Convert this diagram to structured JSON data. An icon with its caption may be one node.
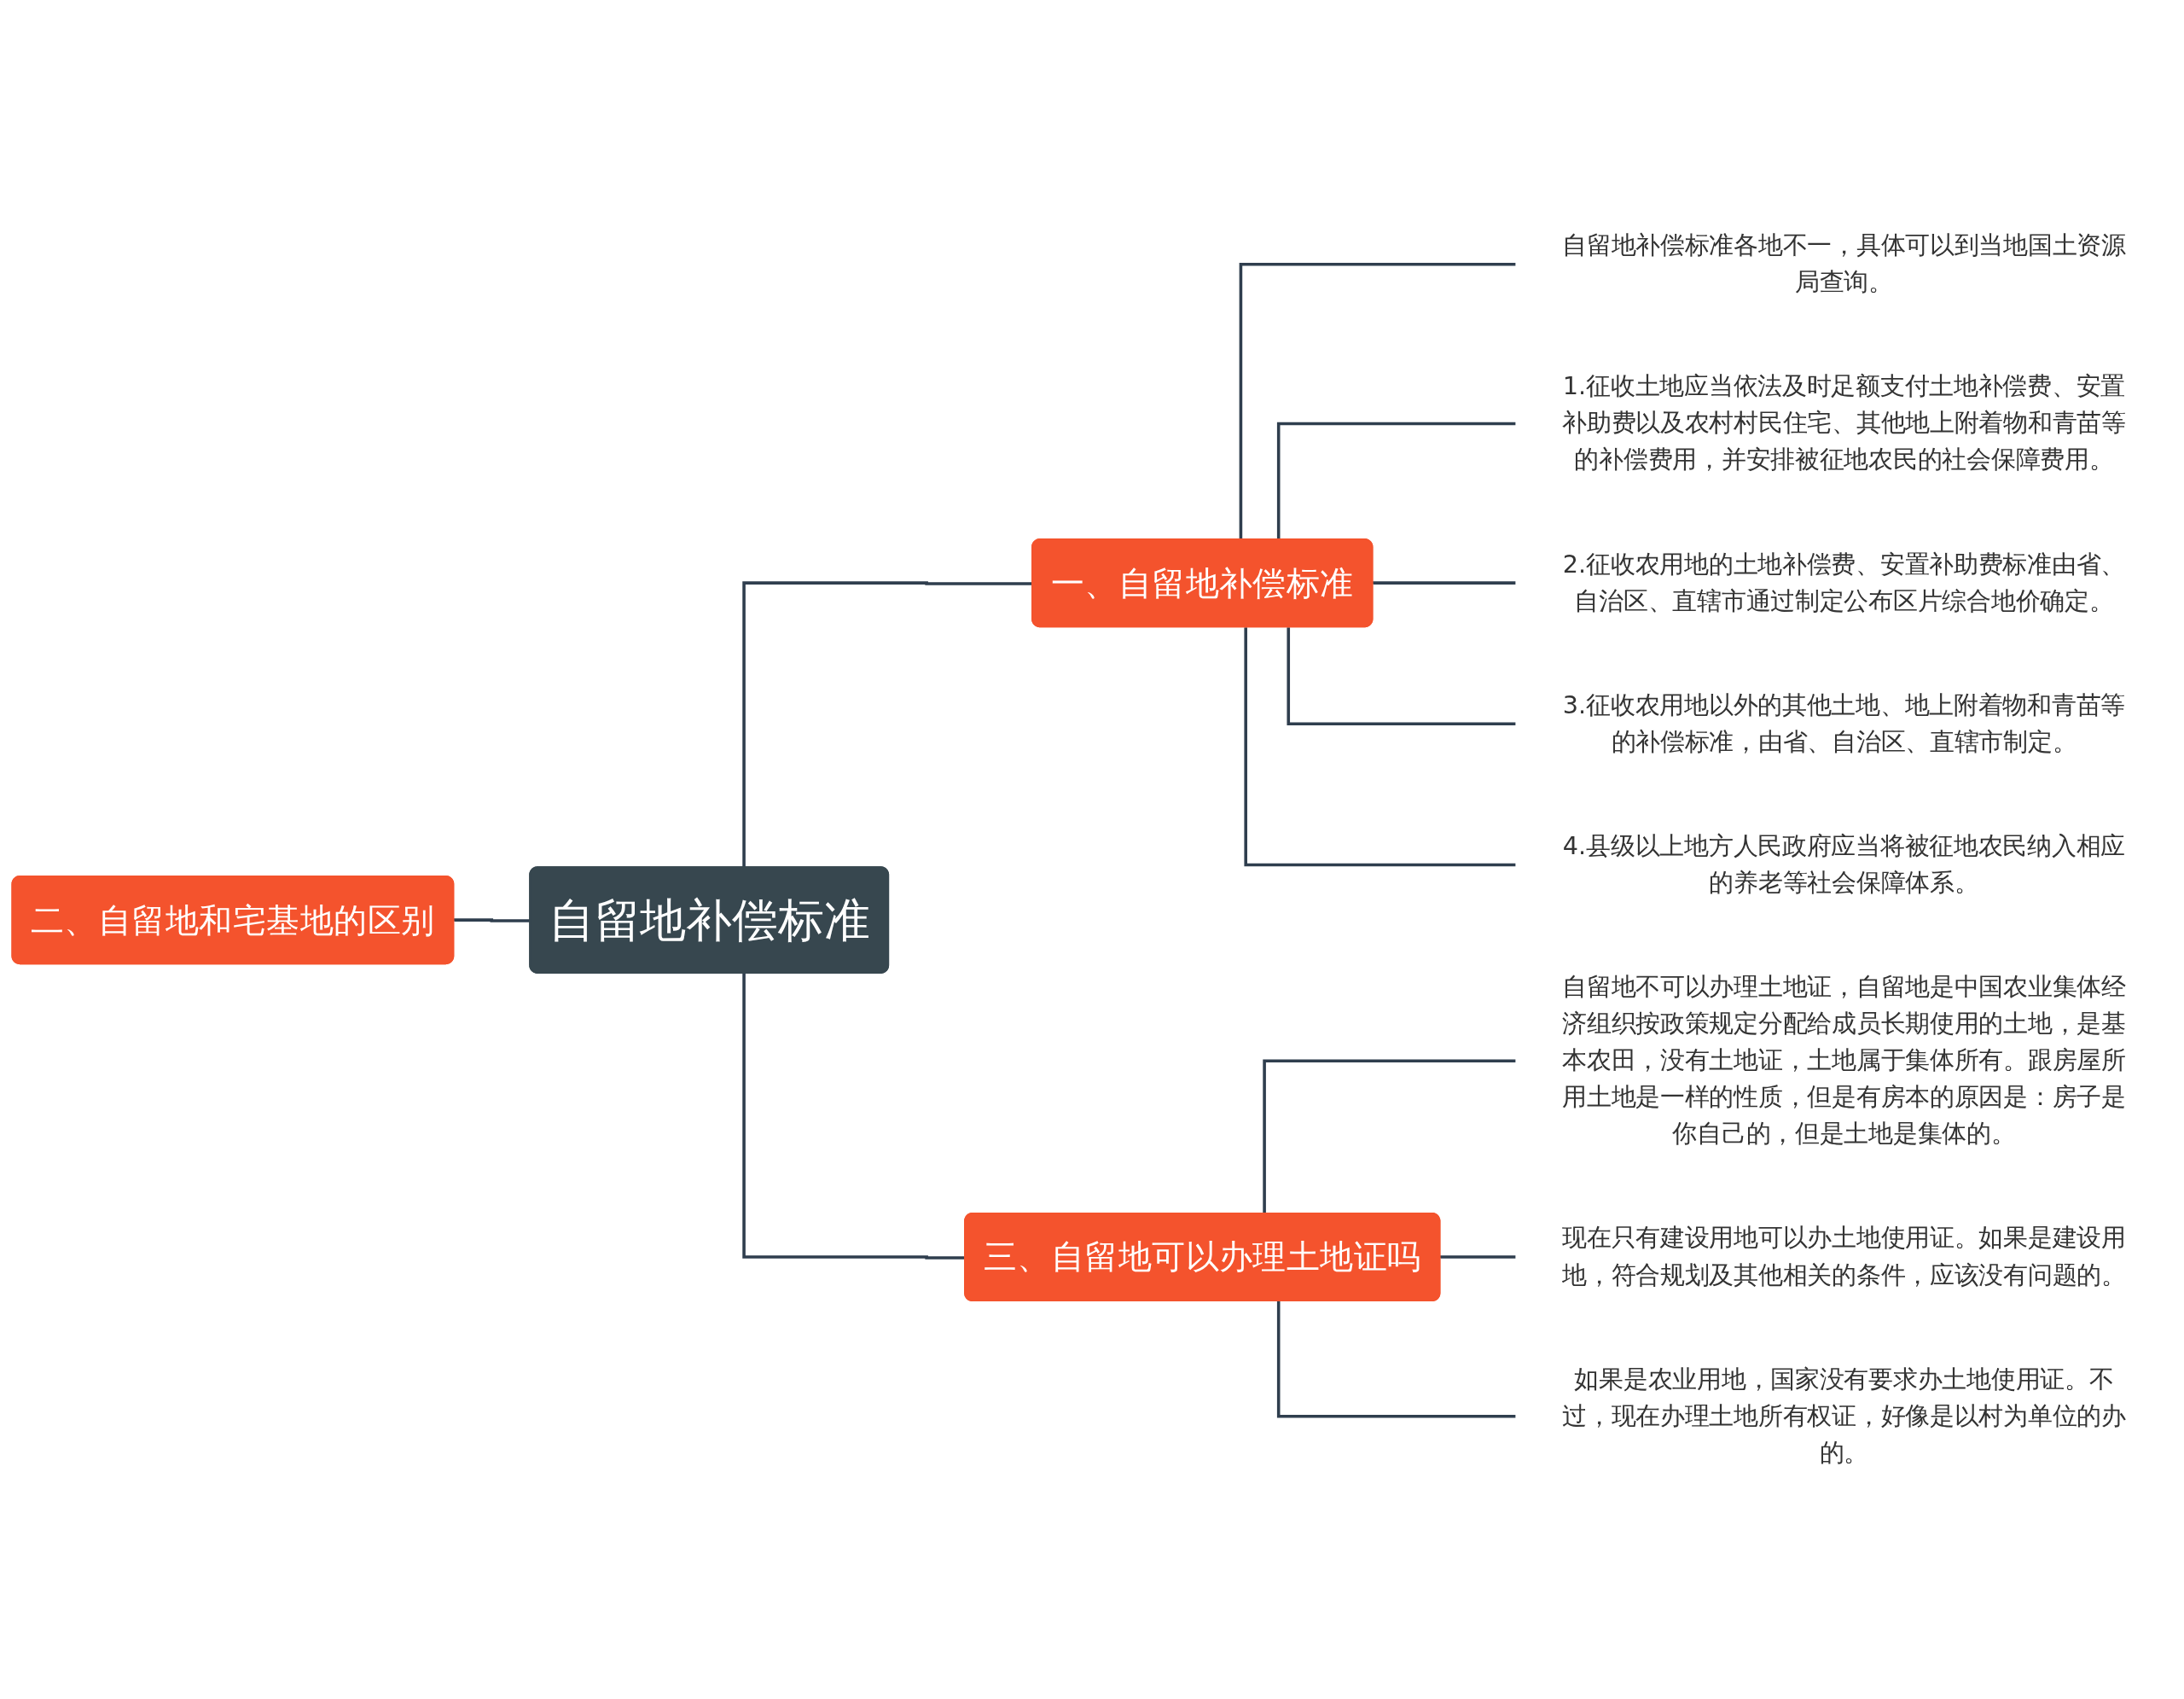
{
  "diagram": {
    "nodes": [
      {
        "text": [
          "自留地补偿标准"
        ]
      },
      {
        "text": [
          "一、自留地补偿标准"
        ]
      },
      {
        "text": [
          "自留地补偿标准各地不一，具体可以到当地国土资源局查询。"
        ]
      },
      {
        "text": [
          "1.征收土地应当依法及时足额支付土地补偿费、安置补助费以及农村村民住宅、其他地上附着物和青苗等的补偿费用，并安排被征地农民的社会保障费用。"
        ]
      },
      {
        "text": [
          "2.征收农用地的土地补偿费、安置补助费标准由省、自治区、直辖市通过制定公布区片综合地价确定。"
        ]
      },
      {
        "text": [
          "3.征收农用地以外的其他土地、地上附着物和青苗等的补偿标准，由省、自治区、直辖市制定。"
        ]
      },
      {
        "text": [
          "4.县级以上地方人民政府应当将被征地农民纳入相应的养老等社会保障体系。"
        ]
      },
      {
        "text": [
          "二、自留地和宅基地的区别"
        ]
      },
      {
        "text": [
          "三、自留地可以办理土地证吗"
        ]
      },
      {
        "text": [
          "自留地不可以办理土地证，自留地是中国农业集体经济组织按政策规定分配给成员长期使用的土地，是基本农田，没有土地证，土地属于集体所有。跟房屋所用土地是一样的性质，但是有房本的原因是：房子是你自己的，但是土地是集体的。"
        ]
      },
      {
        "text": [
          "现在只有建设用地可以办土地使用证。如果是建设用地，符合规划及其他相关的条件，应该没有问题的。"
        ]
      },
      {
        "text": [
          "如果是农业用地，国家没有要求办土地使用证。不过，现在办理土地所有权证，好像是以村为单位的办的。"
        ]
      }
    ],
    "edges": [
      {
        "from": 7,
        "to": 0,
        "arrow": "none"
      },
      {
        "from": 0,
        "to": 1,
        "arrow": "none"
      },
      {
        "from": 0,
        "to": 8,
        "arrow": "none"
      },
      {
        "from": 1,
        "to": 2,
        "arrow": "none"
      },
      {
        "from": 1,
        "to": 3,
        "arrow": "none"
      },
      {
        "from": 1,
        "to": 4,
        "arrow": "none"
      },
      {
        "from": 1,
        "to": 5,
        "arrow": "none"
      },
      {
        "from": 1,
        "to": 6,
        "arrow": "none"
      },
      {
        "from": 8,
        "to": 9,
        "arrow": "none"
      },
      {
        "from": 8,
        "to": 10,
        "arrow": "none"
      },
      {
        "from": 8,
        "to": 11,
        "arrow": "none"
      }
    ]
  }
}
